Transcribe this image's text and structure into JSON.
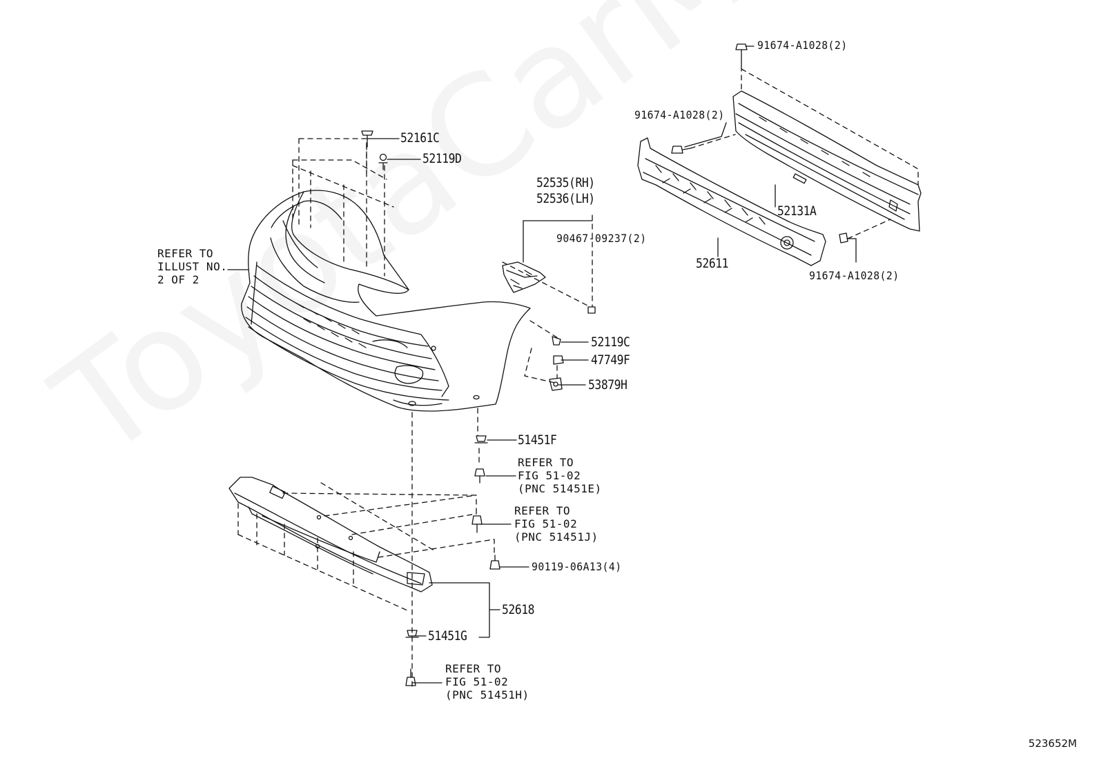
{
  "watermark": "ToyotaCarMine.ru",
  "figure_code": "523652M",
  "parts": {
    "p52161C": "52161C",
    "p52119D": "52119D",
    "p52535": "52535(RH)",
    "p52536": "52536(LH)",
    "p90467": "90467-09237(2)",
    "p52119C": "52119C",
    "p47749F": "47749F",
    "p53879H": "53879H",
    "p51451F": "51451F",
    "p90119": "90119-06A13(4)",
    "p52618": "52618",
    "p51451G": "51451G",
    "p91674_top": "91674-A1028(2)",
    "p91674_mid": "91674-A1028(2)",
    "p91674_low": "91674-A1028(2)",
    "p52131A": "52131A",
    "p52611": "52611"
  },
  "notes": {
    "refer_illust": "REFER TO\nILLUST NO.\n2 OF 2",
    "refer_51451E": "REFER TO\nFIG 51-02\n(PNC 51451E)",
    "refer_51451J": "REFER TO\nFIG 51-02\n(PNC 51451J)",
    "refer_51451H": "REFER TO\nFIG 51-02\n(PNC 51451H)"
  }
}
